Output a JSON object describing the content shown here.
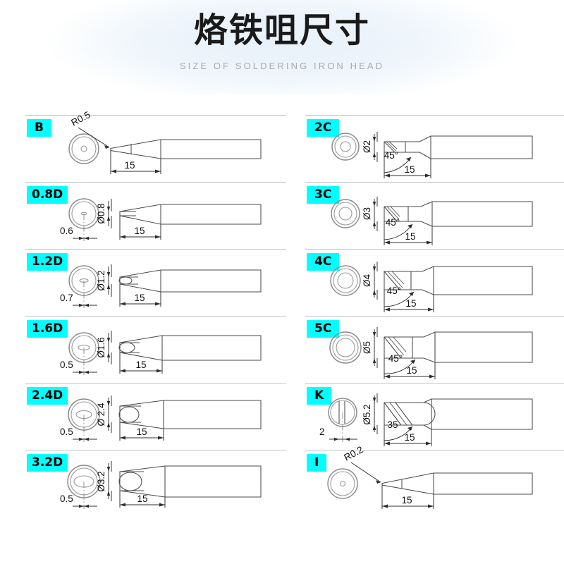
{
  "header": {
    "title": "烙铁咀尺寸",
    "subtitle": "SIZE OF SOLDERING IRON HEAD"
  },
  "diagram": {
    "type": "technical-dimension-chart",
    "description": "Soldering iron tip size chart, two columns of twelve labelled tip profiles",
    "rows": [
      {
        "label": "B",
        "column": "left",
        "shape": "conical",
        "front_view": "concentric-rings-dot",
        "radius": "R0.5",
        "length": "15"
      },
      {
        "label": "0.8D",
        "column": "left",
        "shape": "chisel",
        "front_view": "ring-slot",
        "diameter": "Ø0.8",
        "tip_width": "0.6",
        "length": "15"
      },
      {
        "label": "1.2D",
        "column": "left",
        "shape": "chisel",
        "front_view": "ring-slot",
        "diameter": "Ø1.2",
        "tip_width": "0.7",
        "length": "15"
      },
      {
        "label": "1.6D",
        "column": "left",
        "shape": "chisel",
        "front_view": "ring-slot",
        "diameter": "Ø1.6",
        "tip_width": "0.5",
        "length": "15"
      },
      {
        "label": "2.4D",
        "column": "left",
        "shape": "chisel",
        "front_view": "ring-slot",
        "diameter": "Ø 2.4",
        "tip_width": "0.5",
        "length": "15"
      },
      {
        "label": "3.2D",
        "column": "left",
        "shape": "chisel",
        "front_view": "ring-slot",
        "diameter": "Ø3.2",
        "tip_width": "0.5",
        "length": "15"
      },
      {
        "label": "2C",
        "column": "right",
        "shape": "bevel",
        "front_view": "ring-circle",
        "diameter": "Ø2",
        "angle": "45°",
        "length": "15"
      },
      {
        "label": "3C",
        "column": "right",
        "shape": "bevel",
        "front_view": "ring-circle",
        "diameter": "Ø3",
        "angle": "45°",
        "length": "15"
      },
      {
        "label": "4C",
        "column": "right",
        "shape": "bevel",
        "front_view": "ring-circle",
        "diameter": "Ø4",
        "angle": "45°",
        "length": "15"
      },
      {
        "label": "5C",
        "column": "right",
        "shape": "bevel",
        "front_view": "ring-circle",
        "diameter": "Ø5",
        "angle": "45°",
        "length": "15"
      },
      {
        "label": "K",
        "column": "right",
        "shape": "knife",
        "front_view": "ring-blade",
        "diameter": "Ø5.2",
        "angle": "35",
        "tip_width": "2",
        "length": "15"
      },
      {
        "label": "I",
        "column": "right",
        "shape": "conical-sharp",
        "front_view": "concentric-rings-dot",
        "radius": "R0.2",
        "length": "15"
      }
    ]
  }
}
